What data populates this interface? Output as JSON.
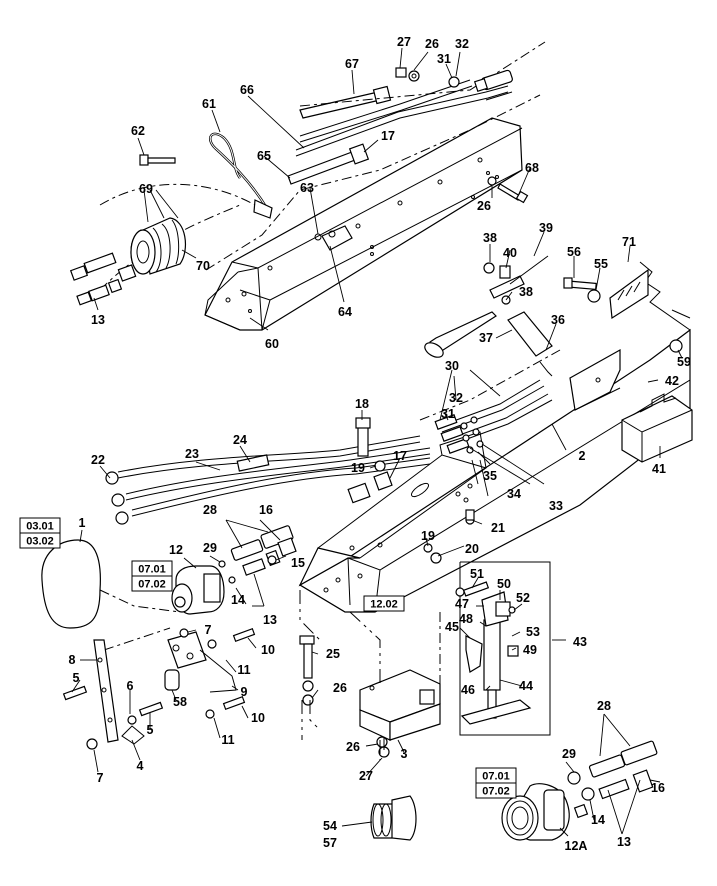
{
  "callouts": {
    "c27a": "27",
    "c26a": "26",
    "c32a": "32",
    "c31a": "31",
    "c67": "67",
    "c66": "66",
    "c61": "61",
    "c62": "62",
    "c17a": "17",
    "c65": "65",
    "c68": "68",
    "c26b": "26",
    "c69": "69",
    "c63": "63",
    "c70": "70",
    "c13a": "13",
    "c64": "64",
    "c60": "60",
    "c39": "39",
    "c38a": "38",
    "c40": "40",
    "c56": "56",
    "c55": "55",
    "c71": "71",
    "c38b": "38",
    "c37": "37",
    "c36": "36",
    "c30": "30",
    "c59": "59",
    "c42": "42",
    "c32b": "32",
    "c31b": "31",
    "c18": "18",
    "c2": "2",
    "c24": "24",
    "c23": "23",
    "c22": "22",
    "c41": "41",
    "c19a": "19",
    "c17b": "17",
    "c35": "35",
    "c34": "34",
    "c33": "33",
    "c21": "21",
    "c1": "1",
    "c28a": "28",
    "c16a": "16",
    "c19b": "19",
    "c20": "20",
    "c12": "12",
    "c29a": "29",
    "c15": "15",
    "c51": "51",
    "c50": "50",
    "c47": "47",
    "c52": "52",
    "c14a": "14",
    "c13b": "13",
    "c48": "48",
    "c43": "43",
    "c45": "45",
    "c53": "53",
    "c49": "49",
    "c7a": "7",
    "c10a": "10",
    "c8": "8",
    "c25": "25",
    "c11a": "11",
    "c5a": "5",
    "c6": "6",
    "c9": "9",
    "c26c": "26",
    "c58": "58",
    "c46": "46",
    "c44": "44",
    "c5b": "5",
    "c10b": "10",
    "c11b": "11",
    "c3": "3",
    "c26d": "26",
    "c7b": "7",
    "c4": "4",
    "c27b": "27",
    "c28b": "28",
    "c29b": "29",
    "c54": "54",
    "c57": "57",
    "c14b": "14",
    "c16b": "16",
    "c13c": "13",
    "c12a": "12A"
  },
  "references": {
    "r0301": "03.01",
    "r0302": "03.02",
    "r0701a": "07.01",
    "r0702a": "07.02",
    "r1202": "12.02",
    "r0701b": "07.01",
    "r0702b": "07.02"
  }
}
